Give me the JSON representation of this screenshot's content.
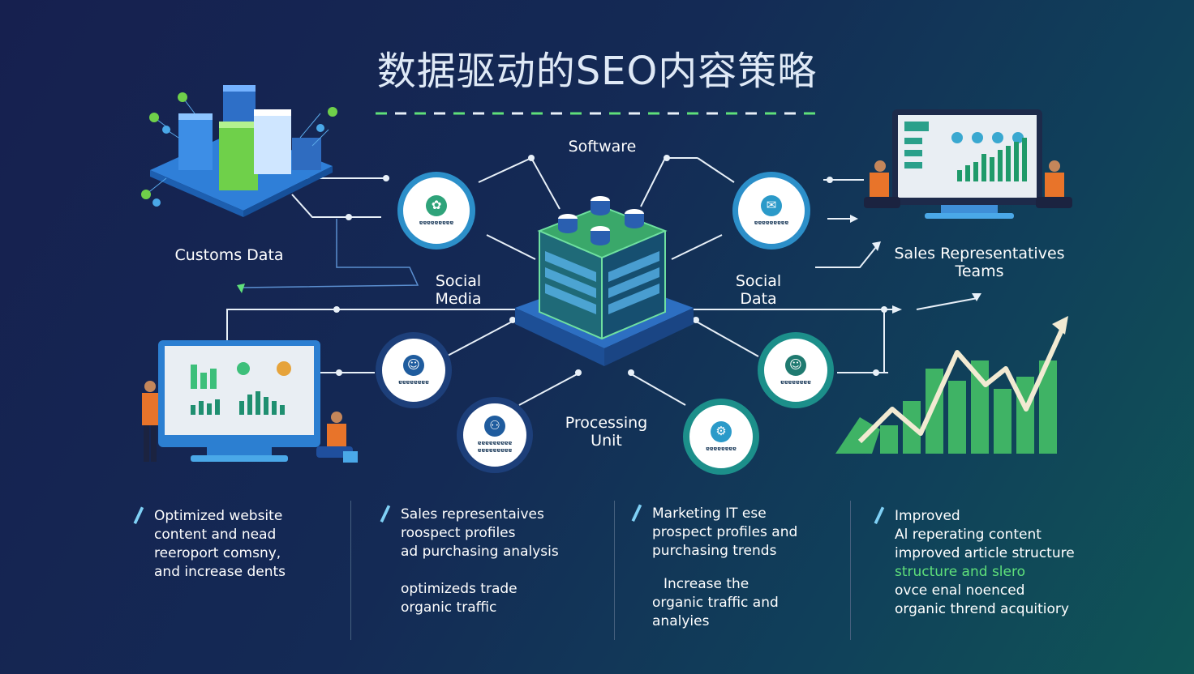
{
  "title": "数据驱动的SEO内容策略",
  "labels": {
    "customs_data": "Customs Data",
    "software": "Software",
    "social_media": [
      "Social",
      "Media"
    ],
    "social_data": [
      "Social",
      "Data"
    ],
    "processing_unit": [
      "Processing",
      "Unit"
    ],
    "sales_teams": [
      "Sales Representatives",
      "Teams"
    ]
  },
  "nodes": [
    {
      "id": "node-top-left",
      "label": "ɐɐɐɐɐɐɐɐɐ"
    },
    {
      "id": "node-top-right",
      "label": "ɐɐɐɐɐɐɐɐɐ"
    },
    {
      "id": "node-mid-left",
      "label": "ɐɐɐɐɐɐɐɐ"
    },
    {
      "id": "node-mid-right",
      "label": "ɐɐɐɐɐɐɐɐ"
    },
    {
      "id": "node-bottom-left",
      "label": "ɐɐɐɐɐɐɐɐɐ ɐɐɐɐɐɐɐɐɐ"
    },
    {
      "id": "node-bottom-right",
      "label": "ɐɐɐɐɐɐɐɐ"
    }
  ],
  "bullets": [
    {
      "lines": [
        "Optimized website",
        "content and nead",
        "reeroport comsny,",
        "and increase dents"
      ]
    },
    {
      "lines": [
        "Sales representaives",
        "roospect profiles",
        "ad purchasing analysis",
        "",
        "optimizeds trade",
        "organic traffic"
      ]
    },
    {
      "lines": [
        "Marketing IT ese",
        "prospect profiles and",
        "purchasing trends",
        "",
        "Increase the",
        "organic traffic and",
        "analyies"
      ]
    },
    {
      "lines": [
        "Improved",
        "Al reperating content",
        "improved article structure",
        "structure and slero",
        "ovce          enal noenced",
        "organic thrend acquitiory"
      ]
    }
  ],
  "colors": {
    "accent_green": "#5fe07a",
    "accent_blue": "#4aa8e8",
    "node_ring_blue": "#2c8fc9",
    "node_ring_teal": "#1c8f8a",
    "node_ring_navy": "#1d3f7a"
  },
  "icons": [
    "server-cluster-icon",
    "database-cube-icon",
    "monitor-dashboard-icon",
    "growth-chart-icon",
    "person-icon",
    "check-leaf-icon"
  ]
}
